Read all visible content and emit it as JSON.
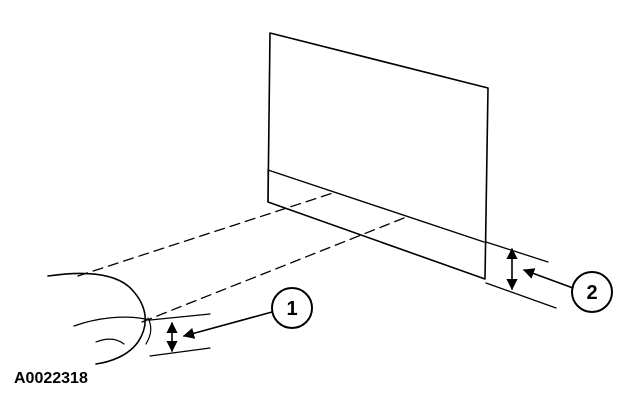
{
  "figure_id": "A0022318",
  "callouts": [
    {
      "label": "1"
    },
    {
      "label": "2"
    }
  ],
  "colors": {
    "ink": "#000000",
    "background": "#ffffff"
  }
}
